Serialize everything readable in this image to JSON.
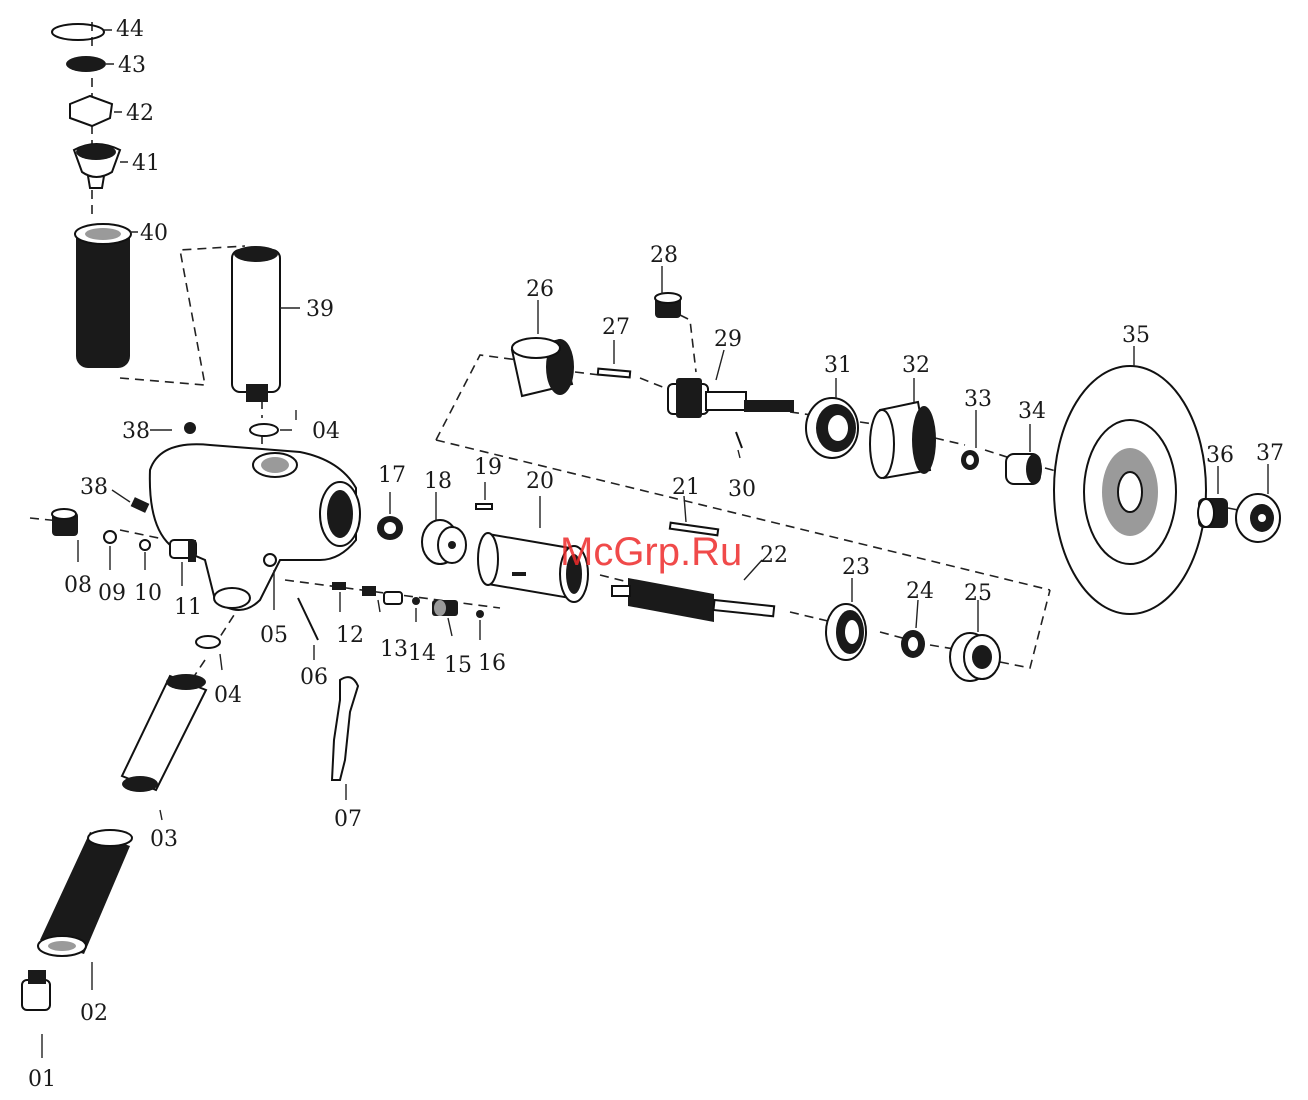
{
  "watermark": "McGrp.Ru",
  "part_labels": [
    "01",
    "02",
    "03",
    "04",
    "04",
    "05",
    "06",
    "07",
    "08",
    "09",
    "10",
    "11",
    "12",
    "13",
    "14",
    "15",
    "16",
    "17",
    "18",
    "19",
    "20",
    "21",
    "22",
    "23",
    "24",
    "25",
    "26",
    "27",
    "28",
    "29",
    "30",
    "31",
    "32",
    "33",
    "34",
    "35",
    "36",
    "37",
    "38",
    "38",
    "39",
    "40",
    "41",
    "42",
    "43",
    "44"
  ]
}
